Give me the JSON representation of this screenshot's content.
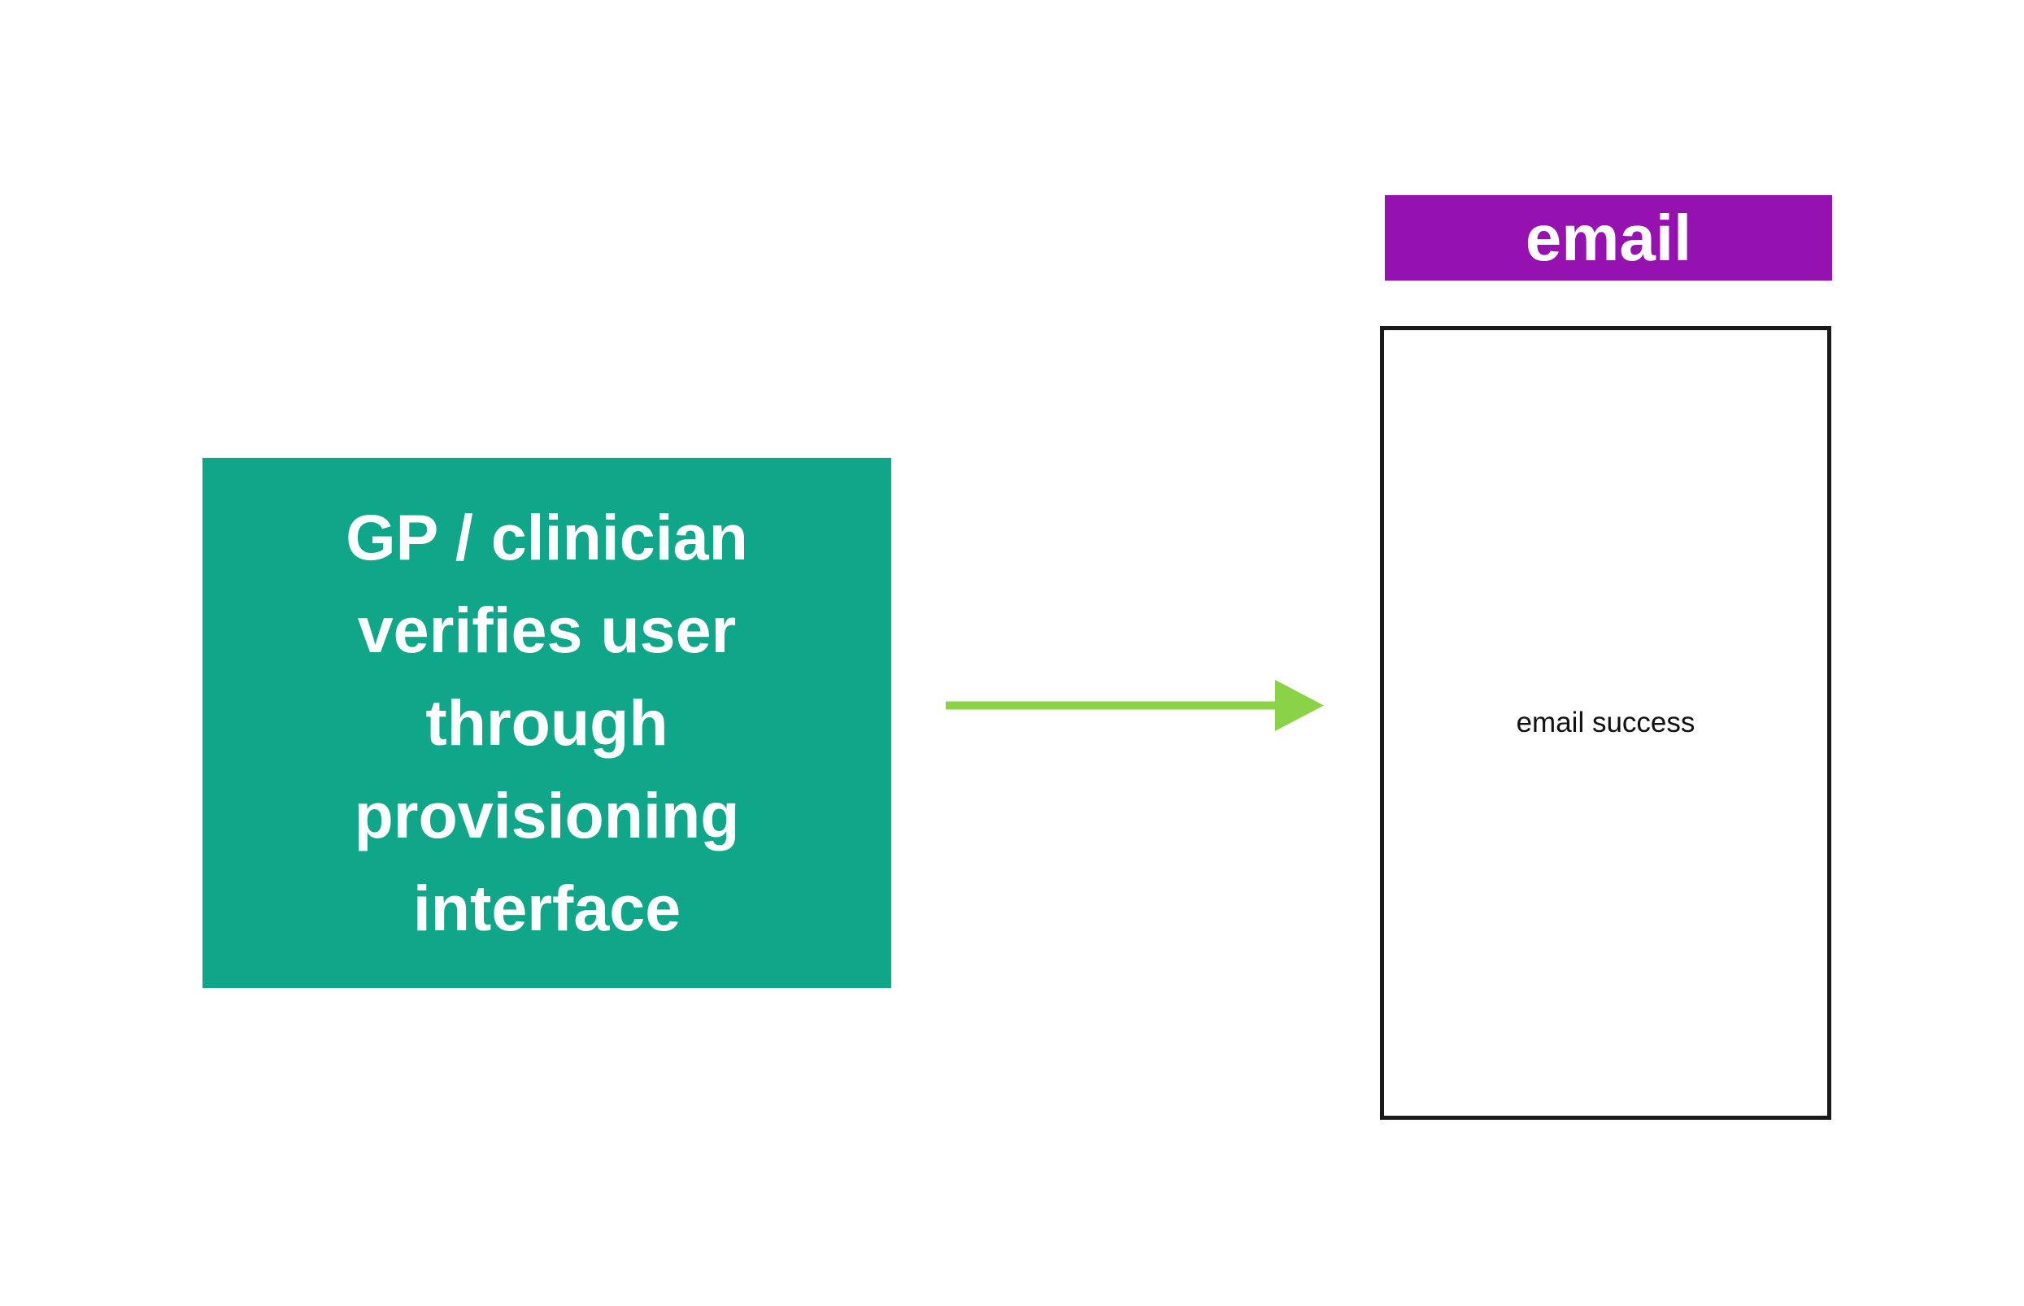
{
  "process_step": {
    "text": "GP / clinician verifies user through provisioning interface",
    "color": "#10a689"
  },
  "connector": {
    "color": "#8bd346"
  },
  "email_column": {
    "header": "email",
    "header_color": "#9511b0",
    "screen_text": "email success"
  }
}
